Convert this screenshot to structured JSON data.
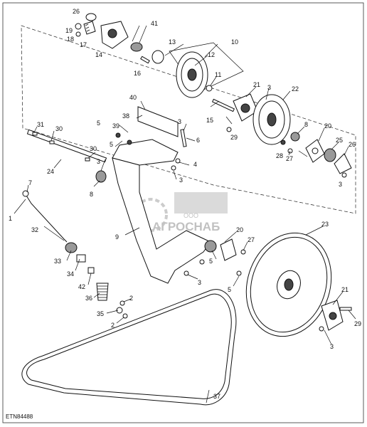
{
  "figure_id": "ETN84488",
  "watermark": {
    "line1": "ООО",
    "line2": "АГРОСНАБ"
  },
  "callouts": {
    "c1": "1",
    "c2a": "2",
    "c2b": "2",
    "c3a": "3",
    "c3b": "3",
    "c3c": "3",
    "c3d": "3",
    "c3e": "3",
    "c3f": "3",
    "c4": "4",
    "c5a": "5",
    "c5b": "5",
    "c5c": "5",
    "c5d": "5",
    "c6": "6",
    "c7": "7",
    "c8a": "8",
    "c8b": "8",
    "c9": "9",
    "c10": "10",
    "c11": "11",
    "c12": "12",
    "c13": "13",
    "c14": "14",
    "c15": "15",
    "c16": "16",
    "c17": "17",
    "c18": "18",
    "c19": "19",
    "c20a": "20",
    "c20b": "20",
    "c21a": "21",
    "c21b": "21",
    "c22": "22",
    "c23": "23",
    "c24": "24",
    "c25": "25",
    "c26": "26",
    "c27a": "27",
    "c27b": "27",
    "c28": "28",
    "c29a": "29",
    "c29b": "29",
    "c30a": "30",
    "c30b": "30",
    "c31": "31",
    "c32": "32",
    "c33": "33",
    "c34": "34",
    "c35": "35",
    "c36": "36",
    "c37": "37",
    "c38": "38",
    "c39": "39",
    "c40": "40",
    "c41": "41",
    "c42": "42"
  }
}
